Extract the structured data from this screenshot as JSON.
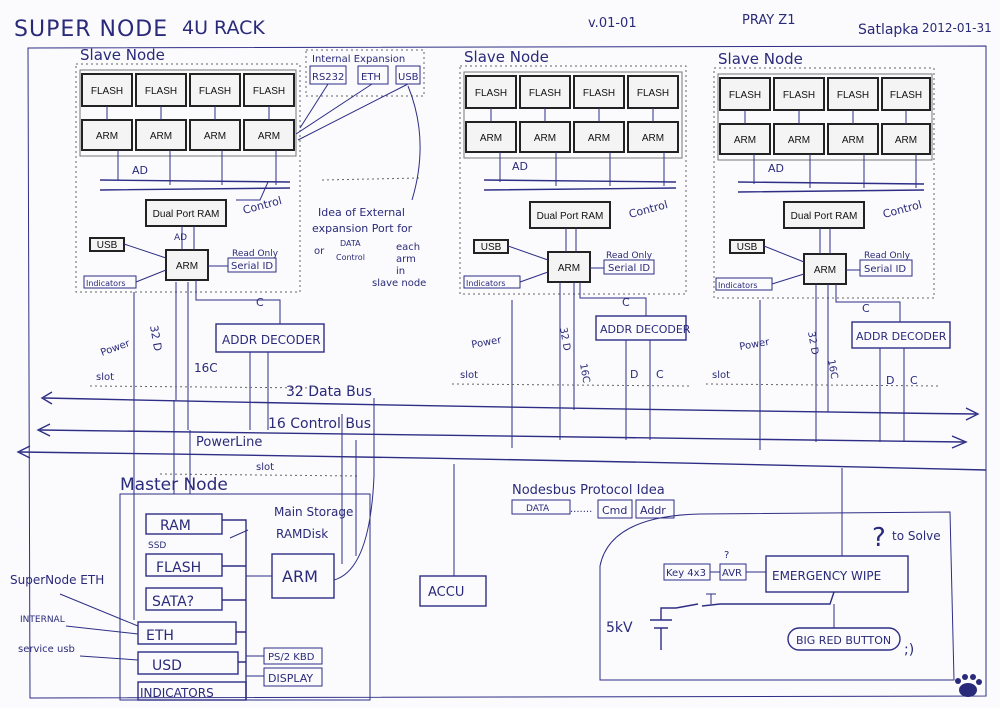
{
  "header": {
    "title": "SUPER NODE",
    "subtitle": "4U RACK",
    "version": "v.01-01",
    "page": "PRAY Z1",
    "author": "Satlapka",
    "date": "2012-01-31"
  },
  "slave_node": {
    "title": "Slave Node",
    "flash_label": "FLASH",
    "arm_label": "ARM",
    "ad_label": "AD",
    "dpram_label": "Dual Port RAM",
    "control_label": "Control",
    "usb_label": "USB",
    "indicators_label": "Indicators",
    "readonly_label": "Read Only",
    "serial_label": "Serial ID",
    "power_label": "Power",
    "bus32_label": "32 D",
    "bus16_label": "16C",
    "c_label": "C",
    "d_label": "D",
    "slot_label": "slot",
    "addr_decoder_label": "ADDR DECODER"
  },
  "expansion": {
    "title": "Internal Expansion",
    "ports": [
      "RS232",
      "ETH",
      "USB"
    ],
    "idea_lines": [
      "Idea of External",
      "expansion Port for",
      "each",
      "arm",
      "in",
      "slave node"
    ],
    "or_label": "or",
    "data_label": "DATA",
    "control_label": "Control"
  },
  "buses": {
    "data_bus": "32 Data Bus",
    "control_bus": "16 Control Bus",
    "power_line": "PowerLine",
    "slot": "slot"
  },
  "master": {
    "title": "Master Node",
    "main_storage": "Main Storage",
    "ram_disk": "RAMDisk",
    "ram": "RAM",
    "ssd": "SSD",
    "flash": "FLASH",
    "sata": "SATA?",
    "eth": "ETH",
    "usb": "USD",
    "indicators": "INDICATORS",
    "arm": "ARM",
    "ps2": "PS/2 KBD",
    "display": "DISPLAY",
    "accu": "ACCU",
    "supernode_eth": "SuperNode ETH",
    "internal": "INTERNAL",
    "service_usb": "service usb"
  },
  "protocol": {
    "title": "Nodesbus Protocol Idea",
    "fields": [
      "DATA",
      "Cmd",
      "Addr"
    ],
    "dots": "......."
  },
  "emergency": {
    "to_solve": "to Solve",
    "question": "?",
    "key": "Key 4x3",
    "avr": "AVR",
    "wipe": "EMERGENCY WIPE",
    "voltage": "5kV",
    "button": "BIG RED BUTTON",
    "smiley": ";)"
  }
}
